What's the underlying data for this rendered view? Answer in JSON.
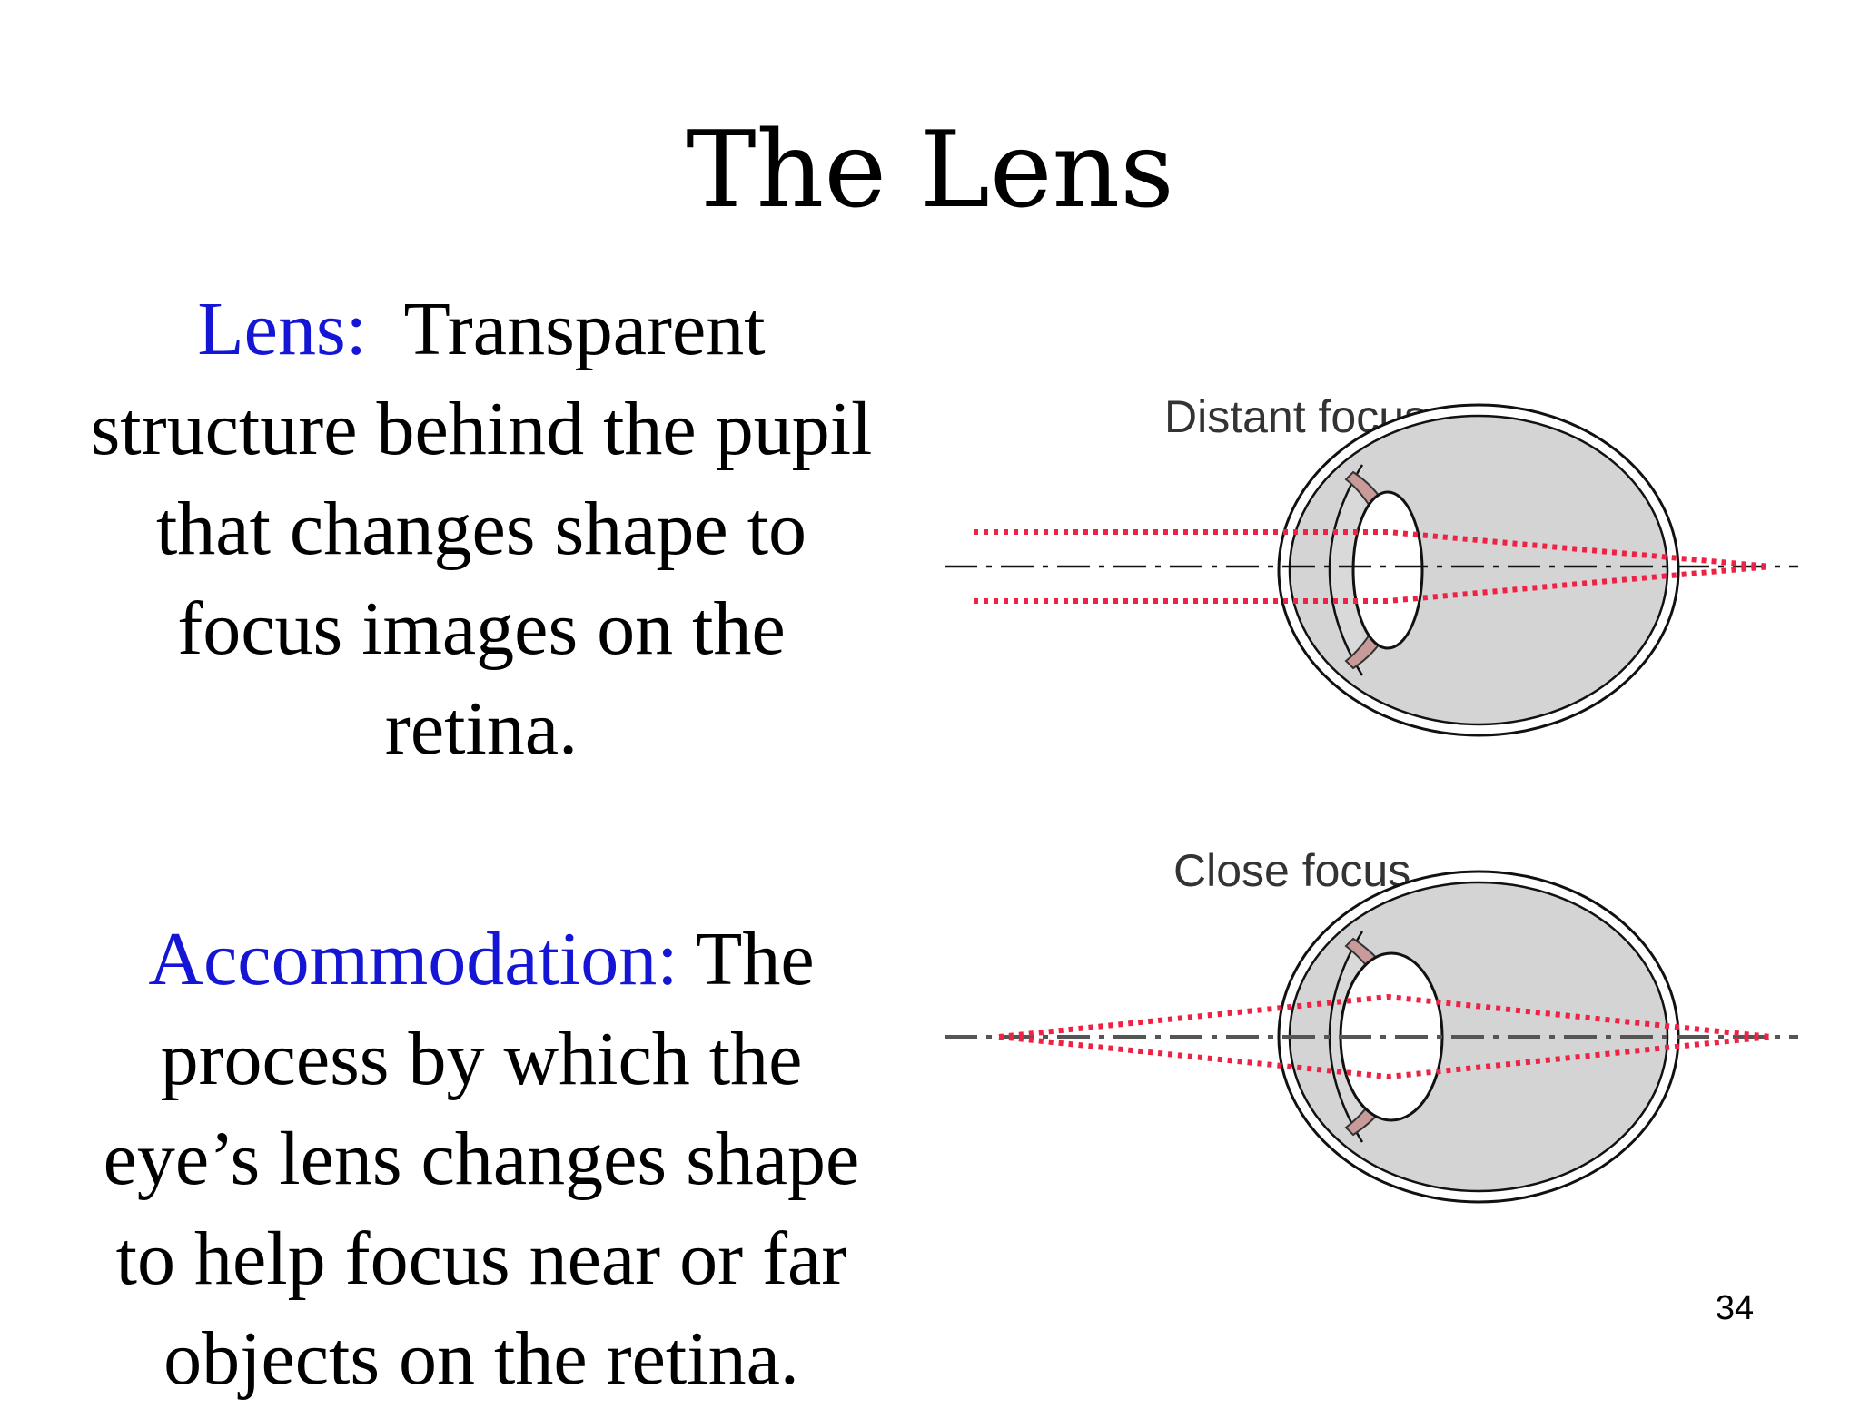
{
  "slide": {
    "title": "The Lens",
    "definitions": [
      {
        "term": "Lens:",
        "body": "Transparent structure behind the pupil that changes shape to focus images on the retina."
      },
      {
        "term": "Accommodation:",
        "body": "The process by which the eye’s lens changes shape to help focus near or far objects on the retina."
      }
    ],
    "diagrams": [
      {
        "label": "Distant focus"
      },
      {
        "label": "Close focus"
      }
    ],
    "page_number": "34"
  },
  "colors": {
    "term": "#1515d6",
    "ray": "#ee2244",
    "eye_fill": "#d4d4d4",
    "iris": "#c89a9a"
  }
}
